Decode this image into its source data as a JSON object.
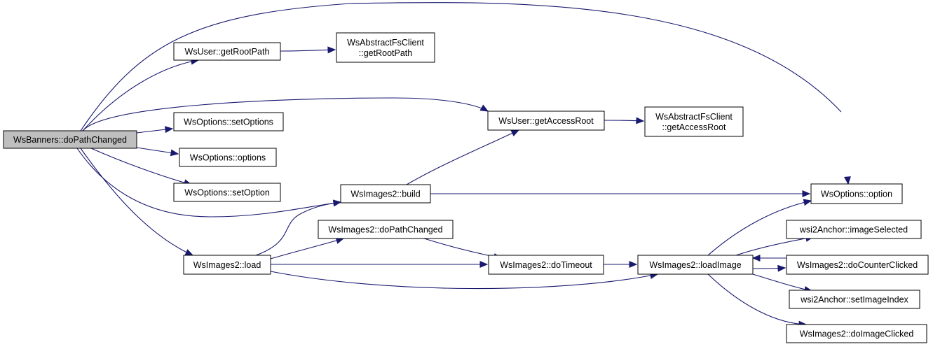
{
  "graph": {
    "nodes": {
      "root": {
        "lines": [
          "WsBanners::doPathChanged"
        ]
      },
      "getRootPath": {
        "lines": [
          "WsUser::getRootPath"
        ]
      },
      "afsGetRootPath": {
        "lines": [
          "WsAbstractFsClient",
          "::getRootPath"
        ]
      },
      "getAccessRoot": {
        "lines": [
          "WsUser::getAccessRoot"
        ]
      },
      "afsGetAccessRoot": {
        "lines": [
          "WsAbstractFsClient",
          "::getAccessRoot"
        ]
      },
      "setOptions": {
        "lines": [
          "WsOptions::setOptions"
        ]
      },
      "options": {
        "lines": [
          "WsOptions::options"
        ]
      },
      "setOption": {
        "lines": [
          "WsOptions::setOption"
        ]
      },
      "build": {
        "lines": [
          "WsImages2::build"
        ]
      },
      "option": {
        "lines": [
          "WsOptions::option"
        ]
      },
      "imgDoPathChanged": {
        "lines": [
          "WsImages2::doPathChanged"
        ]
      },
      "load": {
        "lines": [
          "WsImages2::load"
        ]
      },
      "doTimeout": {
        "lines": [
          "WsImages2::doTimeout"
        ]
      },
      "loadImage": {
        "lines": [
          "WsImages2::loadImage"
        ]
      },
      "imageSelected": {
        "lines": [
          "wsi2Anchor::imageSelected"
        ]
      },
      "doCounterClicked": {
        "lines": [
          "WsImages2::doCounterClicked"
        ]
      },
      "setImageIndex": {
        "lines": [
          "wsi2Anchor::setImageIndex"
        ]
      },
      "doImageClicked": {
        "lines": [
          "WsImages2::doImageClicked"
        ]
      }
    },
    "edges": [
      {
        "from": "root",
        "to": "getRootPath"
      },
      {
        "from": "root",
        "to": "getAccessRoot"
      },
      {
        "from": "root",
        "to": "setOptions"
      },
      {
        "from": "root",
        "to": "options"
      },
      {
        "from": "root",
        "to": "setOption"
      },
      {
        "from": "root",
        "to": "build"
      },
      {
        "from": "root",
        "to": "option"
      },
      {
        "from": "root",
        "to": "load"
      },
      {
        "from": "getRootPath",
        "to": "afsGetRootPath"
      },
      {
        "from": "getAccessRoot",
        "to": "afsGetAccessRoot"
      },
      {
        "from": "build",
        "to": "getAccessRoot"
      },
      {
        "from": "build",
        "to": "option"
      },
      {
        "from": "load",
        "to": "build"
      },
      {
        "from": "load",
        "to": "imgDoPathChanged"
      },
      {
        "from": "load",
        "to": "doTimeout"
      },
      {
        "from": "load",
        "to": "loadImage"
      },
      {
        "from": "imgDoPathChanged",
        "to": "doTimeout"
      },
      {
        "from": "doTimeout",
        "to": "loadImage"
      },
      {
        "from": "loadImage",
        "to": "option"
      },
      {
        "from": "loadImage",
        "to": "imageSelected"
      },
      {
        "from": "loadImage",
        "to": "doCounterClicked"
      },
      {
        "from": "doCounterClicked",
        "to": "loadImage"
      },
      {
        "from": "loadImage",
        "to": "setImageIndex"
      },
      {
        "from": "loadImage",
        "to": "doImageClicked"
      }
    ]
  }
}
